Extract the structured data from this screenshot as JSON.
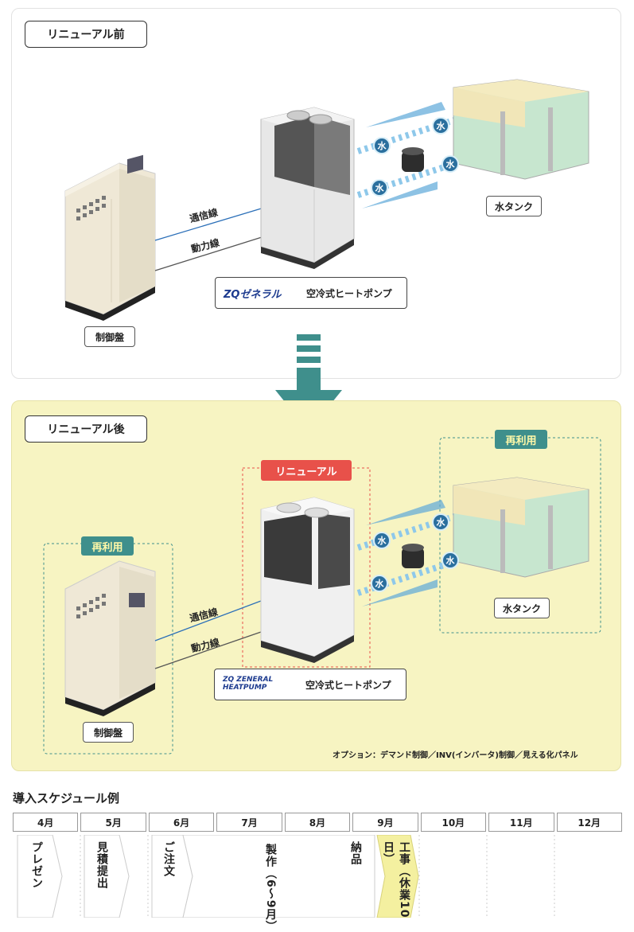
{
  "before": {
    "title": "リニューアル前",
    "control_panel_label": "制御盤",
    "tank_label": "水タンク",
    "comm_line": "通信線",
    "power_line": "動力線",
    "product_logo": "ZQゼネラル",
    "product_name": "空冷式ヒートポンプ",
    "water_marks": [
      "水",
      "水",
      "水",
      "水"
    ]
  },
  "after": {
    "title": "リニューアル後",
    "control_panel_label": "制御盤",
    "tank_label": "水タンク",
    "comm_line": "通信線",
    "power_line": "動力線",
    "product_logo": "ZQ ZENERAL HEATPUMP",
    "product_name": "空冷式ヒートポンプ",
    "reuse_badge_left": "再利用",
    "reuse_badge_right": "再利用",
    "renewal_badge": "リニューアル",
    "option_text": "オプション：デマンド制御／INV(インバータ)制御／見える化パネル",
    "water_marks": [
      "水",
      "水",
      "水",
      "水"
    ]
  },
  "schedule": {
    "title": "導入スケジュール例",
    "months": [
      "4月",
      "5月",
      "6月",
      "7月",
      "8月",
      "9月",
      "10月",
      "11月",
      "12月"
    ],
    "steps": {
      "presen": "プレゼン",
      "estimate": "見積提出",
      "order": "ご注文",
      "production": "製作（6〜9月）",
      "delivery": "納品",
      "construction": "工事（休業10日）"
    }
  },
  "colors": {
    "teal": "#3f8f8c",
    "after_bg": "#f7f4c2",
    "renewal_red": "#e8514a",
    "water_blue": "#2a6f9e",
    "construction_bg": "#f4f0a0"
  }
}
